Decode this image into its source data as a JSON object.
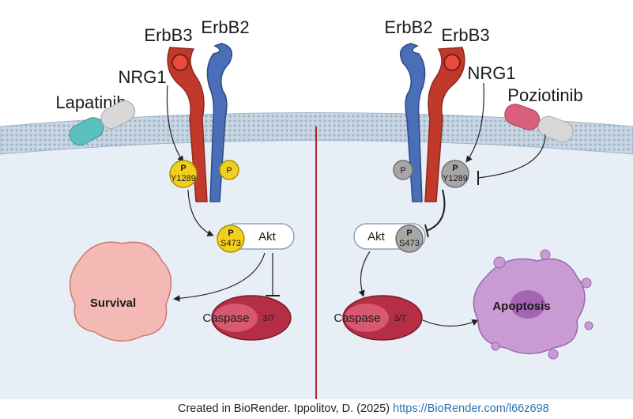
{
  "left_panel": {
    "receptor_a": "ErbB3",
    "receptor_b": "ErbB2",
    "ligand": "NRG1",
    "inhibitor": "Lapatinib",
    "phospho_p": "P",
    "site_erbb3": "Y1289",
    "akt_label": "Akt",
    "akt_site": "S473",
    "outcome": "Survival",
    "caspase_label": "Caspase",
    "caspase_num": "3/7"
  },
  "right_panel": {
    "receptor_a": "ErbB2",
    "receptor_b": "ErbB3",
    "ligand": "NRG1",
    "inhibitor": "Poziotinib",
    "phospho_p": "P",
    "site_erbb3": "Y1289",
    "akt_label": "Akt",
    "akt_site": "S473",
    "outcome": "Apoptosis",
    "caspase_label": "Caspase",
    "caspase_num": "3/7"
  },
  "credit": {
    "text": "Created in BioRender. Ippolitov, D. (2025)",
    "link": "https://BioRender.com/l66z698"
  },
  "colors": {
    "erbb3": "#c0392b",
    "erbb2": "#4a6fb8",
    "phospho_active": "#f2cf1f",
    "phospho_inactive": "#a7a7a7",
    "lapatinib": "#5bbfbf",
    "poziotinib": "#d9607a",
    "divider": "#b3262a",
    "cytoplasm": "#e7eef6",
    "survival_cell": "#f4b9b4",
    "apoptosis_cell": "#c99ad3",
    "caspase": "#b52e46"
  }
}
